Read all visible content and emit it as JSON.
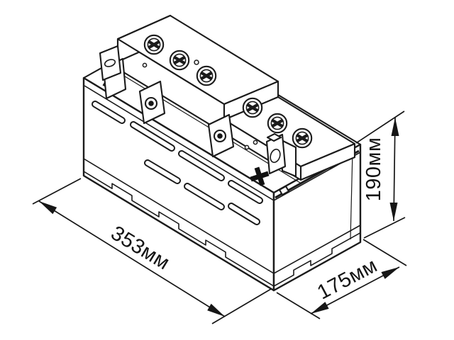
{
  "colors": {
    "background": "#ffffff",
    "line": "#1b1b1b",
    "dimension_text": "#141414"
  },
  "drawing": {
    "kind": "battery-isometric-technical-drawing",
    "dimensions": {
      "length": {
        "label": "353мм"
      },
      "width": {
        "label": "175мм"
      },
      "height": {
        "label": "190мм"
      }
    },
    "markings": {
      "positive_terminal": "+"
    }
  }
}
